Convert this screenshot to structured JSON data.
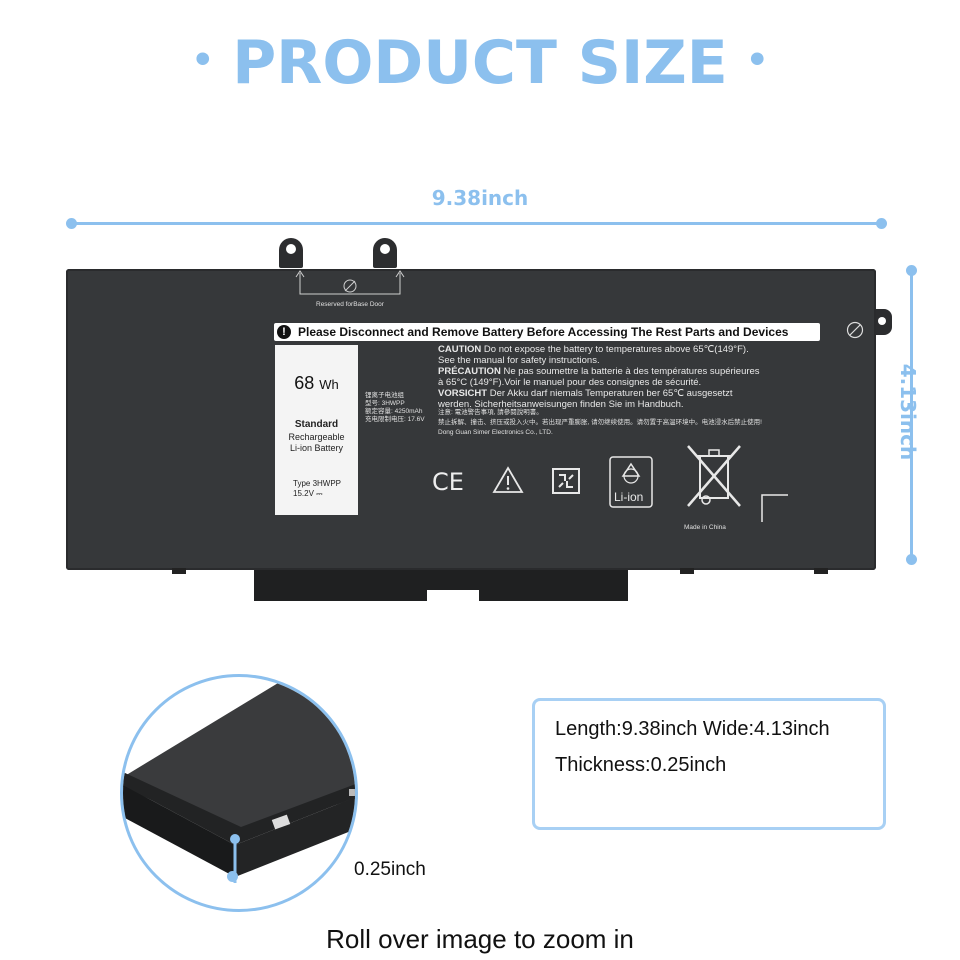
{
  "header": {
    "title": "PRODUCT SIZE",
    "bullet": "•"
  },
  "dimensions": {
    "length_label": "9.38inch",
    "width_label": "4.13inch"
  },
  "battery_label": {
    "warning_header": "Please Disconnect and Remove Battery Before Accessing The Rest Parts and Devices",
    "capacity": "68",
    "capacity_unit": "Wh",
    "standard": "Standard",
    "rechargeable": "Rechargeable",
    "chemistry": "Li-ion Battery",
    "type": "Type 3HWPP",
    "voltage": "15.2V ⎓",
    "caution_title": "CAUTION",
    "caution_text": "Do not expose the battery to temperatures above 65℃(149°F).",
    "caution_text2": "See the manual for safety instructions.",
    "precaution_title": "PRÉCAUTION",
    "precaution_text": "Ne pas soumettre la batterie à des températures supérieures",
    "precaution_text2": "à 65°C (149°F).Voir le manuel pour des consignes de sécurité.",
    "vorsicht_title": "VORSICHT",
    "vorsicht_text": "Der Akku darf niemals Temperaturen ber 65℃ ausgesetzt",
    "vorsicht_text2": "werden. Sicherheitsanweisungen finden Sie im Handbuch.",
    "cn_line1": "锂离子电池组",
    "cn_line2": "型号: 3HWPP",
    "cn_line3": "额定容量: 4250mAh",
    "cn_line4": "充电限制电压: 17.6V",
    "cn_notice": "注意: 電池警告事項, 請參閱說明書。",
    "cn_notice2": "禁止拆解、撞击、挤压或投入火中。若出现严重膨胀, 请勿继续使用。请勿置于高温环境中。电池浸水后禁止使用!",
    "manufacturer": "Dong Guan Simer Electronics Co., LTD.",
    "reserved": "Reserved forBase Door",
    "made_in": "Made in China",
    "ce": "CE",
    "li_ion_icon": "Li-ion"
  },
  "specs": {
    "line1": "Length:9.38inch  Wide:4.13inch",
    "line2": "Thickness:0.25inch",
    "thickness_label": "0.25inch"
  },
  "footer": {
    "zoom_text": "Roll over image to zoom in"
  },
  "colors": {
    "accent": "#8cc0ee",
    "battery": "#36383a",
    "box_border": "#a8d0f4"
  },
  "icons": [
    "warning-circle-icon",
    "no-disassemble-icon",
    "ce-icon",
    "caution-triangle-icon",
    "recycle-code-icon",
    "li-ion-recycle-icon",
    "crossed-bin-icon"
  ]
}
